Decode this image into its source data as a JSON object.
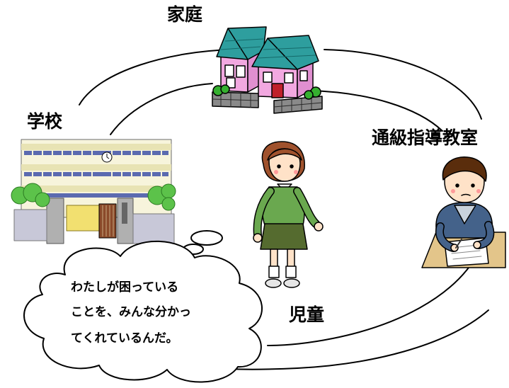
{
  "labels": {
    "home": "家庭",
    "school": "学校",
    "resource_room": "通級指導教室",
    "child": "児童"
  },
  "speech_bubble": {
    "lines": [
      "わたしが困っている",
      "ことを、みんな分かっ",
      "てくれているんだ。"
    ]
  }
}
